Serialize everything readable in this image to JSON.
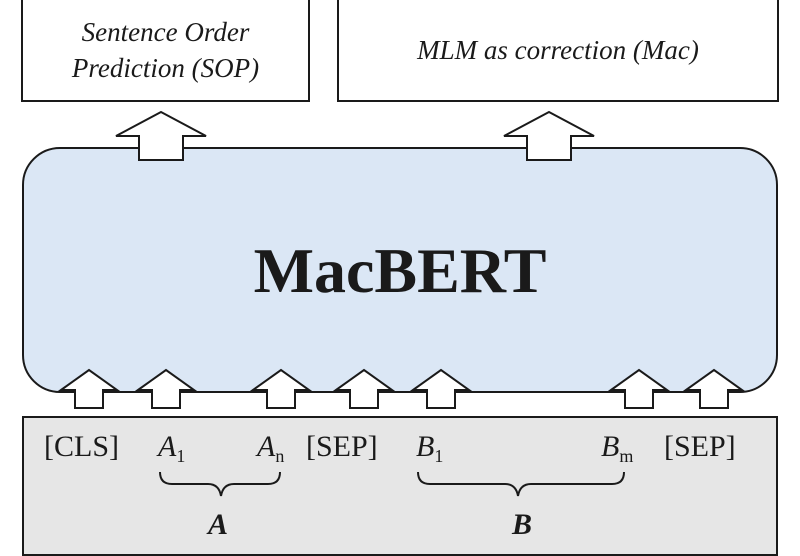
{
  "top_boxes": {
    "sop_line1": "Sentence Order",
    "sop_line2": "Prediction (SOP)",
    "mac": "MLM as correction (Mac)"
  },
  "model": {
    "label": "MacBERT"
  },
  "input": {
    "tokens": [
      {
        "base": "[CLS]",
        "sub": ""
      },
      {
        "base": "A",
        "sub": "1"
      },
      {
        "base": "A",
        "sub": "n"
      },
      {
        "base": "[SEP]",
        "sub": ""
      },
      {
        "base": "B",
        "sub": "1"
      },
      {
        "base": "B",
        "sub": "m"
      },
      {
        "base": "[SEP]",
        "sub": ""
      }
    ],
    "segment_a": "A",
    "segment_b": "B"
  },
  "colors": {
    "model_fill": "#dbe7f5",
    "input_fill": "#e6e6e6",
    "stroke": "#1a1a1a"
  }
}
